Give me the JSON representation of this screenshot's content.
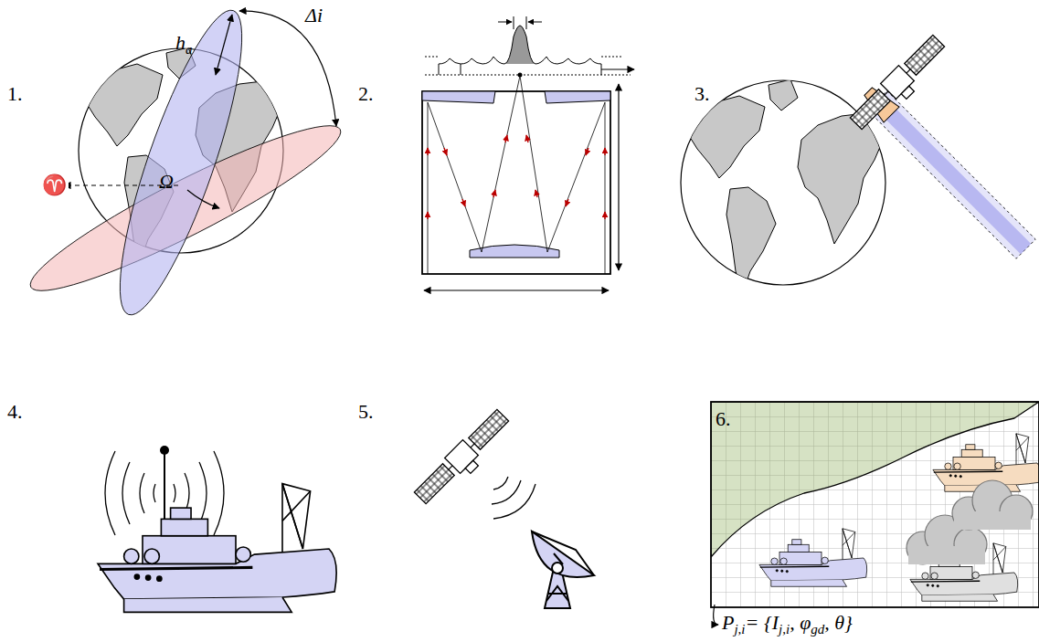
{
  "diagram": {
    "labels": [
      "1.",
      "Δi",
      "h",
      "a",
      "♈",
      "Ω",
      "2.",
      "3.",
      "4.",
      "5.",
      "6.",
      "P",
      "j,i",
      "= {I",
      "j,i",
      ", φ",
      "gd",
      ", θ}"
    ]
  }
}
